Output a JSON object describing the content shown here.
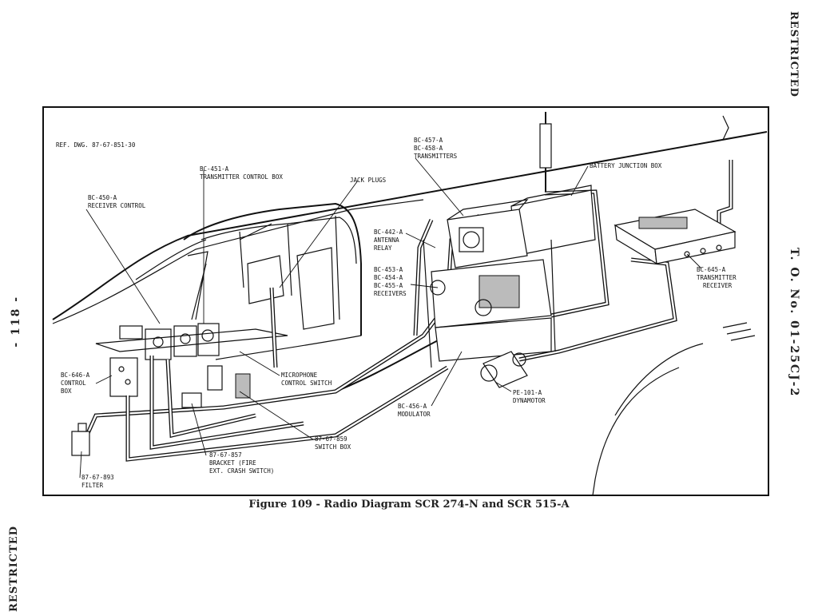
{
  "header": {
    "restricted_top": "RESTRICTED",
    "doc_number": "T. O. No. 01-25CJ-2"
  },
  "footer": {
    "page_number": "- 118 -",
    "restricted_bottom": "RESTRICTED"
  },
  "figure": {
    "caption": "Figure 109 - Radio Diagram SCR 274-N and SCR 515-A",
    "ref_drawing": "REF. DWG. 87-67-851-30",
    "labels": {
      "transmitters_1": "BC-457-A",
      "transmitters_2": "BC-458-A",
      "transmitters_3": "TRANSMITTERS",
      "tx_control_1": "BC-451-A",
      "tx_control_2": "TRANSMITTER CONTROL BOX",
      "jack_plugs": "JACK PLUGS",
      "battery_junction": "BATTERY JUNCTION BOX",
      "rx_control_1": "BC-450-A",
      "rx_control_2": "RECEIVER CONTROL",
      "antenna_relay_1": "BC-442-A",
      "antenna_relay_2": "ANTENNA",
      "antenna_relay_3": "RELAY",
      "receivers_1": "BC-453-A",
      "receivers_2": "BC-454-A",
      "receivers_3": "BC-455-A",
      "receivers_4": "RECEIVERS",
      "tx_receiver_1": "BC-645-A",
      "tx_receiver_2": "TRANSMITTER",
      "tx_receiver_3": "RECEIVER",
      "control_box_1": "BC-646-A",
      "control_box_2": "CONTROL",
      "control_box_3": "BOX",
      "mic_switch_1": "MICROPHONE",
      "mic_switch_2": "CONTROL SWITCH",
      "dynamotor_1": "PE-101-A",
      "dynamotor_2": "DYNAMOTOR",
      "modulator_1": "BC-456-A",
      "modulator_2": "MODULATOR",
      "switch_box_1": "87-67-859",
      "switch_box_2": "SWITCH BOX",
      "bracket_1": "87-67-857",
      "bracket_2": "BRACKET (FIRE",
      "bracket_3": "EXT. CRASH SWITCH)",
      "filter_1": "87-67-893",
      "filter_2": "FILTER"
    }
  }
}
